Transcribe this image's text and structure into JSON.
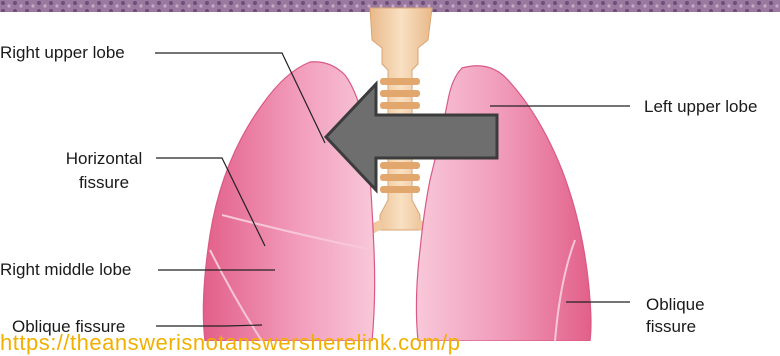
{
  "labels": {
    "right_upper_lobe": "Right upper lobe",
    "horizontal_fissure_line1": "Horizontal",
    "horizontal_fissure_line2": "fissure",
    "right_middle_lobe": "Right middle lobe",
    "oblique_fissure_left": "Oblique fissure",
    "left_upper_lobe": "Left upper lobe",
    "oblique_fissure_right_line1": "Oblique",
    "oblique_fissure_right_line2": "fissure"
  },
  "url_fragment": "https://theanswerisnotanswersherelink.com/p",
  "colors": {
    "lung_light": "#f7bfd3",
    "lung_mid": "#ee86a8",
    "lung_dark": "#e2608a",
    "trachea": "#f4d3ac",
    "trachea_ring": "#e8b57e",
    "arrow_fill": "#6e6e6e",
    "arrow_stroke": "#3c3c3c",
    "banner": "#a07ca0",
    "url": "#f1b000"
  }
}
